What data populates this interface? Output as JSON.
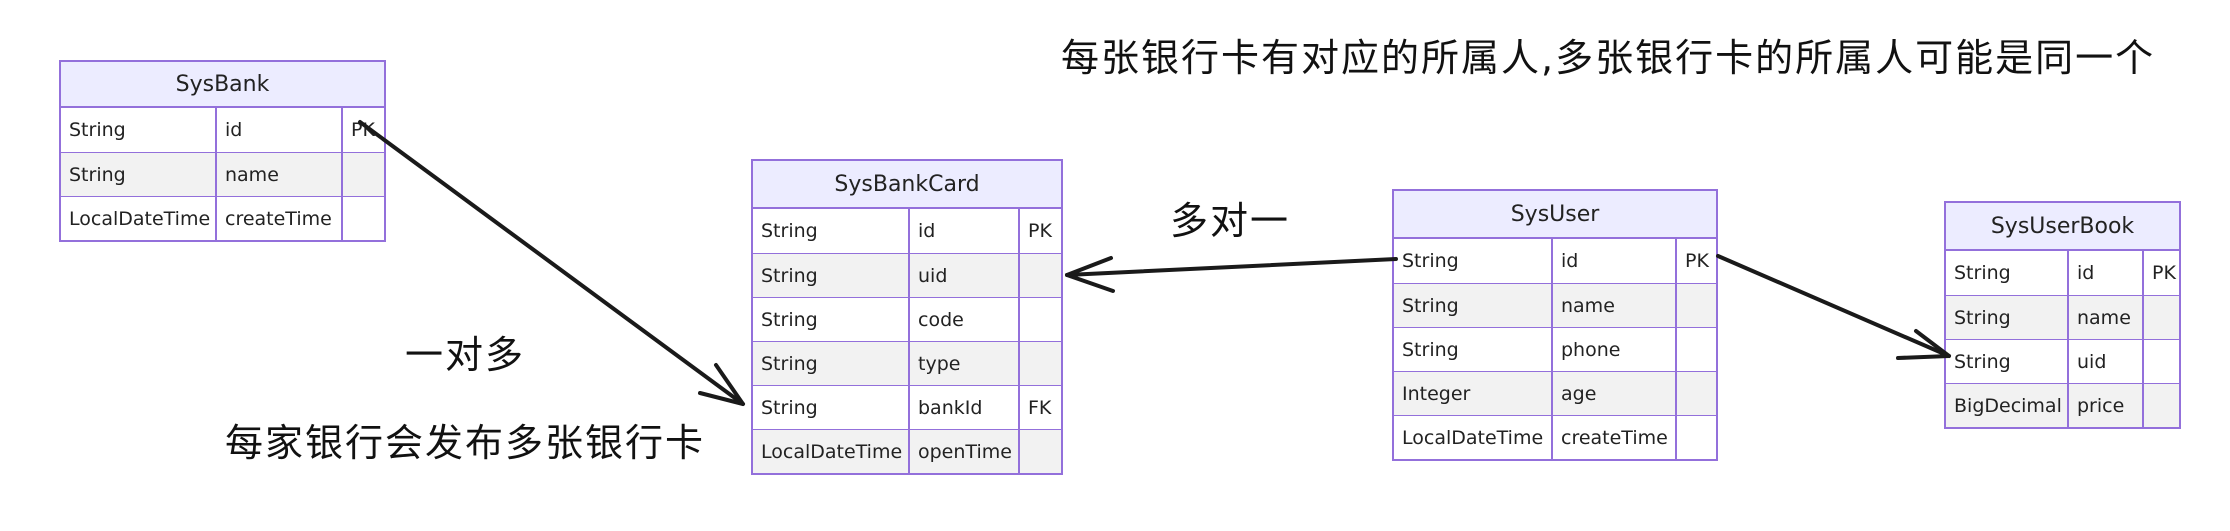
{
  "entities": {
    "sysbank": {
      "name": "SysBank",
      "rows": [
        [
          "String",
          "id",
          "PK"
        ],
        [
          "String",
          "name",
          ""
        ],
        [
          "LocalDateTime",
          "createTime",
          ""
        ]
      ]
    },
    "sysbankcard": {
      "name": "SysBankCard",
      "rows": [
        [
          "String",
          "id",
          "PK"
        ],
        [
          "String",
          "uid",
          ""
        ],
        [
          "String",
          "code",
          ""
        ],
        [
          "String",
          "type",
          ""
        ],
        [
          "String",
          "bankId",
          "FK"
        ],
        [
          "LocalDateTime",
          "openTime",
          ""
        ]
      ]
    },
    "sysuser": {
      "name": "SysUser",
      "rows": [
        [
          "String",
          "id",
          "PK"
        ],
        [
          "String",
          "name",
          ""
        ],
        [
          "String",
          "phone",
          ""
        ],
        [
          "Integer",
          "age",
          ""
        ],
        [
          "LocalDateTime",
          "createTime",
          ""
        ]
      ]
    },
    "sysuserbook": {
      "name": "SysUserBook",
      "rows": [
        [
          "String",
          "id",
          "PK"
        ],
        [
          "String",
          "name",
          ""
        ],
        [
          "String",
          "uid",
          ""
        ],
        [
          "BigDecimal",
          "price",
          ""
        ]
      ]
    }
  },
  "notes": {
    "top": "每张银行卡有对应的所属人,多张银行卡的所属人可能是同一个",
    "many_to_one": "多对一",
    "one_to_many": "一对多",
    "bank_note": "每家银行会发布多张银行卡"
  },
  "colors": {
    "border": "#9370DB",
    "header_bg": "#ECECFF",
    "alt_row": "#f2f2f2",
    "edge": "#1a1a1a"
  }
}
